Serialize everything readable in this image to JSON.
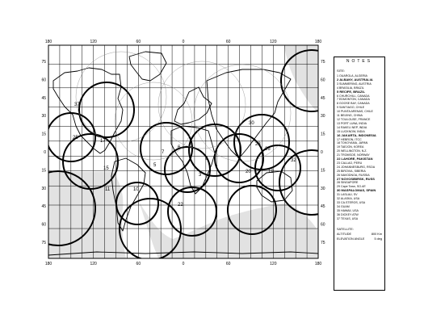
{
  "map": {
    "top_ticks": [
      "180",
      "120",
      "60",
      "0",
      "60",
      "120",
      "180"
    ],
    "bottom_ticks": [
      "180",
      "120",
      "60",
      "0",
      "60",
      "120",
      "180"
    ],
    "left_ticks": [
      "75",
      "60",
      "45",
      "30",
      "15",
      "0",
      "15",
      "30",
      "45",
      "60",
      "75"
    ],
    "right_ticks": [
      "75",
      "60",
      "45",
      "30",
      "15",
      "0",
      "15",
      "30",
      "45",
      "60",
      "75"
    ],
    "site_markers": [
      "37",
      "25",
      "17",
      "15",
      "11",
      "10",
      "5",
      "7",
      "6",
      "3",
      "20",
      "30",
      "26",
      "28",
      "8",
      "19",
      "32",
      "22"
    ]
  },
  "notes": {
    "title": "NOTES",
    "sites_heading": "SITE:",
    "sites": [
      "1  OUARGLA, ALGERIA",
      "2  ALBANY, AUSTRALIA",
      "3  SUMMERING, AUSTRIA",
      "4  BRASILIA, BRAZIL",
      "5  RECIFE, BRAZIL",
      "6  CHURCHILL, CANADA",
      "7  EDMONTON, CANADA",
      "8  GOOSE BAY, CANADA",
      "9  SANTIAGO, CHILE",
      "10  PUNTA ARENAS, CHILE",
      "11  BEIJING, CHINA",
      "12  TOULOUSE, FRANCE",
      "13  PORT LUNA, INDIA",
      "14  RAKELI NEP, INDIA",
      "15  LUCKNOW, INDIA",
      "16  JAKARTA, INDONESIA",
      "17  HEBRON, ITCC",
      "18  TOKOYAMA, JAPAN",
      "19  TAEJON, KOREA",
      "20  WELLINGTON, N.Z.",
      "21  TROMSOE, NORWAY",
      "22  LAHORE, PAKISTAN",
      "23  CALLAO, PERU",
      "24  JOHANNESBURG, RSOA",
      "25  BIROVIA, SIBERIA",
      "26  NAVODNOA, RUSSIA",
      "27  NOVOSIBIRSK, RUSS",
      "28  SINGAPORE",
      "29  Cape Town, SO.AF.",
      "30  MASPALOMAS, SPAIN",
      "31  LASLAU, SV",
      "32  ALASKA, USA",
      "33  CA.STEROS, USA",
      "34  GUAM",
      "35  HAWAII, USA",
      "36  DICKEY ATW",
      "37  TEXAS, USA"
    ],
    "bold_sites": [
      2,
      5,
      16,
      22,
      27,
      30
    ],
    "satellite_heading": "SATELLITE:",
    "altitude_label": "ALTITUDE",
    "altitude_value": "800 Km",
    "elevation_label": "ELEVATION ANGLE",
    "elevation_value": "5 deg"
  },
  "colors": {
    "shade": "#e2e2e2",
    "ink": "#000000"
  }
}
